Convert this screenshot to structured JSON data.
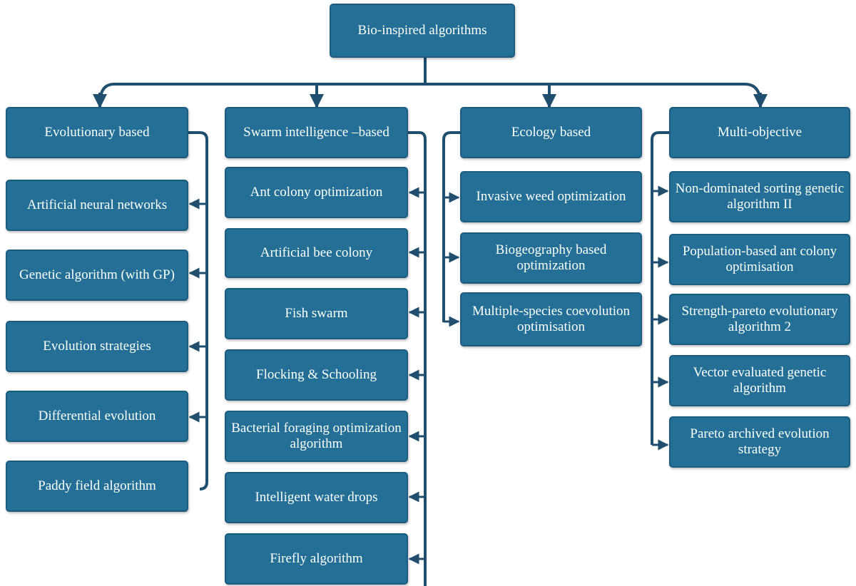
{
  "root": {
    "label": "Bio-inspired algorithms"
  },
  "categories": [
    {
      "label": "Evolutionary based",
      "items": [
        "Artificial neural networks",
        "Genetic algorithm (with GP)",
        "Evolution strategies",
        "Differential evolution",
        "Paddy field algorithm"
      ]
    },
    {
      "label": "Swarm intelligence –based",
      "items": [
        "Ant colony optimization",
        "Artificial bee colony",
        "Fish swarm",
        "Flocking & Schooling",
        "Bacterial foraging optimization algorithm",
        "Intelligent water drops",
        "Firefly algorithm"
      ]
    },
    {
      "label": "Ecology based",
      "items": [
        "Invasive weed optimization",
        "Biogeography based optimization",
        "Multiple-species coevolution optimisation"
      ]
    },
    {
      "label": "Multi-objective",
      "items": [
        "Non-dominated sorting genetic algorithm II",
        "Population-based ant colony optimisation",
        "Strength-pareto evolutionary algorithm 2",
        "Vector evaluated genetic algorithm",
        "Pareto archived evolution strategy"
      ]
    }
  ],
  "colors": {
    "node_fill": "#236f96",
    "node_border": "#1b5c80",
    "connector": "#1f4e6e"
  }
}
